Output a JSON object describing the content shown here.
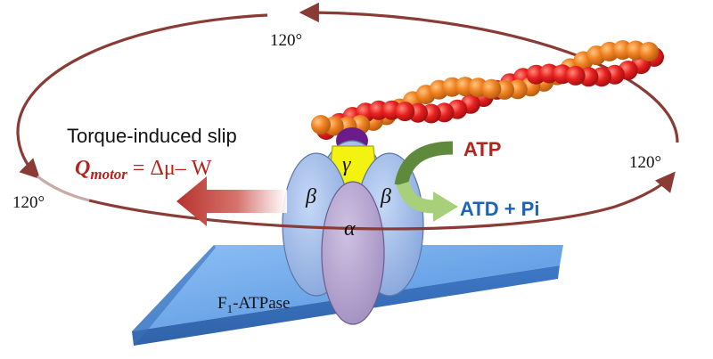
{
  "angles": [
    "120°",
    "120°",
    "120°"
  ],
  "slip_label": "Torque-induced slip",
  "equation": {
    "q": "Q",
    "q_sub": "motor",
    "rest": "= Δμ– W"
  },
  "atp_label": "ATP",
  "products_label": "ATD + Pi",
  "subunits": {
    "gamma": "γ",
    "beta_left": "β",
    "beta_right": "β",
    "alpha": "α"
  },
  "enzyme": {
    "prefix": "F",
    "subscript": "1",
    "suffix": "-ATPase"
  },
  "colors": {
    "orbit": "#8a3b36",
    "red_arrow": "#b8322c",
    "green_arrow": "#5f8a3c",
    "light_green_arrow": "#a8cf7a",
    "beta": "#9db9e8",
    "alpha": "#b7a6d0",
    "gamma": "#f4f210",
    "plate": "#6ca4e6",
    "filament_red": "#e82020",
    "filament_orange": "#f08020",
    "atp_text": "#b3241d",
    "product_text": "#1f63b8"
  }
}
